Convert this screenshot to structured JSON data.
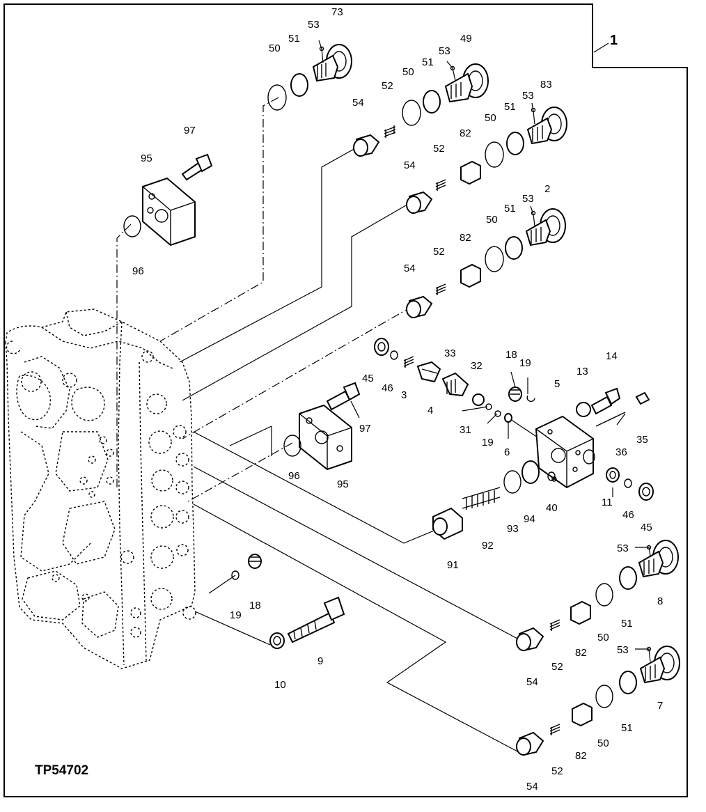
{
  "drawing_code": "TP54702",
  "figure_index": "1",
  "labels": {
    "l73": "73",
    "l53a": "53",
    "l51a": "51",
    "l50a": "50",
    "l49": "49",
    "l53b": "53",
    "l51b": "51",
    "l50b": "50",
    "l83": "83",
    "l53c": "53",
    "l51c": "51",
    "l50c": "50",
    "l52a": "52",
    "l54a": "54",
    "l97a": "97",
    "l95a": "95",
    "l96a": "96",
    "l82a": "82",
    "l52b": "52",
    "l54b": "54",
    "l2": "2",
    "l53d": "53",
    "l51d": "51",
    "l50d": "50",
    "l82b": "82",
    "l52c": "52",
    "l54c": "54",
    "l45a": "45",
    "l46a": "46",
    "l3": "3",
    "l4": "4",
    "l33": "33",
    "l32": "32",
    "l31": "31",
    "l19a": "19",
    "l18a": "18",
    "l19b": "19",
    "l6": "6",
    "l5": "5",
    "l13": "13",
    "l14": "14",
    "l35": "35",
    "l36": "36",
    "l97b": "97",
    "l96b": "96",
    "l95b": "95",
    "l94": "94",
    "l93": "93",
    "l40": "40",
    "l11": "11",
    "l46b": "46",
    "l45b": "45",
    "l92": "92",
    "l91": "91",
    "l53e": "53",
    "l8": "8",
    "l51e": "51",
    "l50e": "50",
    "l82c": "82",
    "l52d": "52",
    "l54d": "54",
    "l19c": "19",
    "l18b": "18",
    "l9": "9",
    "l10": "10",
    "l53f": "53",
    "l7": "7",
    "l51f": "51",
    "l50f": "50",
    "l82d": "82",
    "l52e": "52",
    "l54e": "54"
  }
}
